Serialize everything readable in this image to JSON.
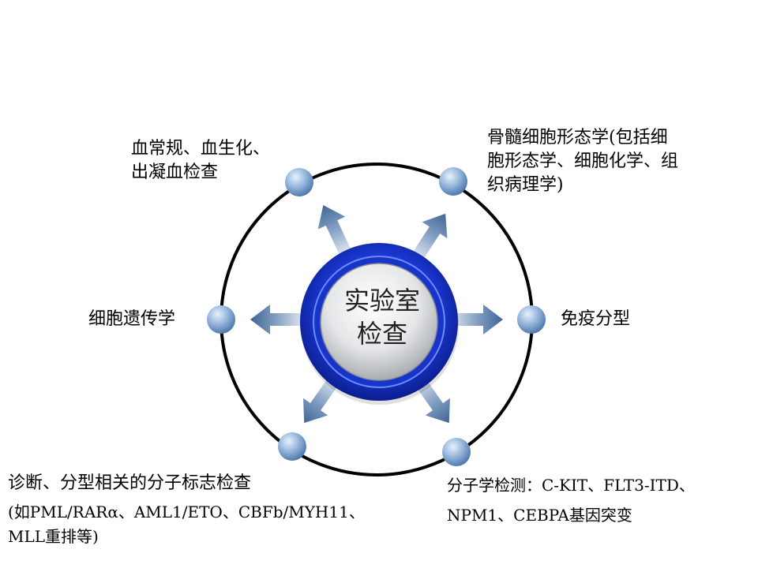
{
  "center": {
    "line1": "实验室",
    "line2": "检查"
  },
  "nodes": {
    "top_left": [
      "血常规、血生化、",
      "出凝血检查"
    ],
    "top_right": [
      "骨髓细胞形态学(包括细",
      "胞形态学、细胞化学、组",
      "织病理学)"
    ],
    "left": [
      "细胞遗传学"
    ],
    "right": [
      "免疫分型"
    ],
    "bottom_left": [
      "诊断、分型相关的分子标志检查",
      "(如PML/RARα、AML1/ETO、CBFb/MYH11、",
      "MLL重排等)"
    ],
    "bottom_right": [
      "分子学检测：C-KIT、FLT3-ITD、",
      "NPM1、CEBPA基因突变"
    ]
  },
  "colors": {
    "ring": "#000000",
    "arrow": "#5a7fa8",
    "node_sphere": "#8fb0d8",
    "center_outer": "#1f3fd1",
    "center_inner": "#d9dde0"
  }
}
